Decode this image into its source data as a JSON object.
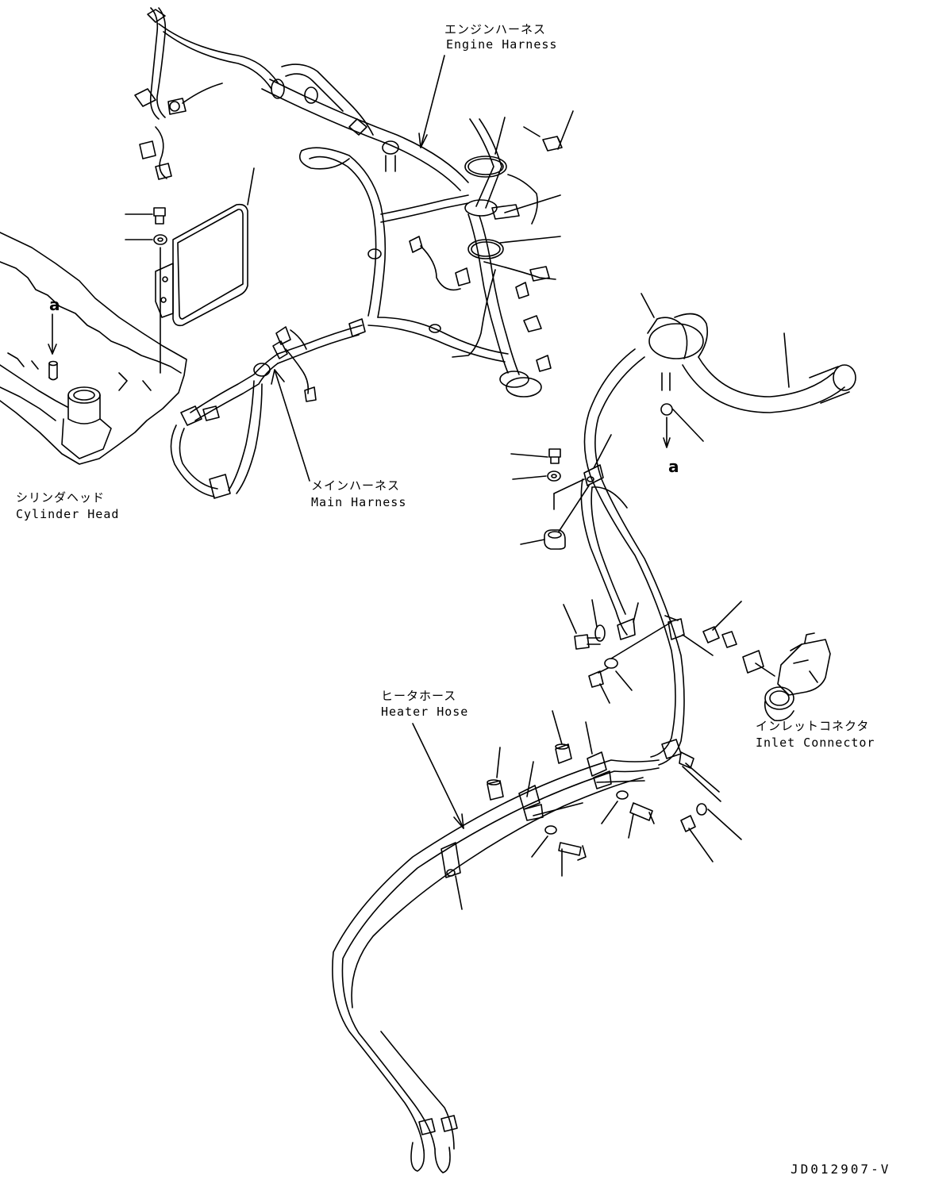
{
  "labels": {
    "engine_harness": {
      "jp": "エンジンハーネス",
      "en": "Engine Harness"
    },
    "cylinder_head": {
      "jp": "シリンダヘッド",
      "en": "Cylinder Head"
    },
    "main_harness": {
      "jp": "メインハーネス",
      "en": "Main Harness"
    },
    "heater_hose": {
      "jp": "ヒータホース",
      "en": "Heater Hose"
    },
    "inlet_connector": {
      "jp": "インレットコネクタ",
      "en": "Inlet Connector"
    }
  },
  "reference_letter": "a",
  "drawing_code": "JD012907-V",
  "colors": {
    "line": "#000000",
    "background": "#ffffff"
  }
}
